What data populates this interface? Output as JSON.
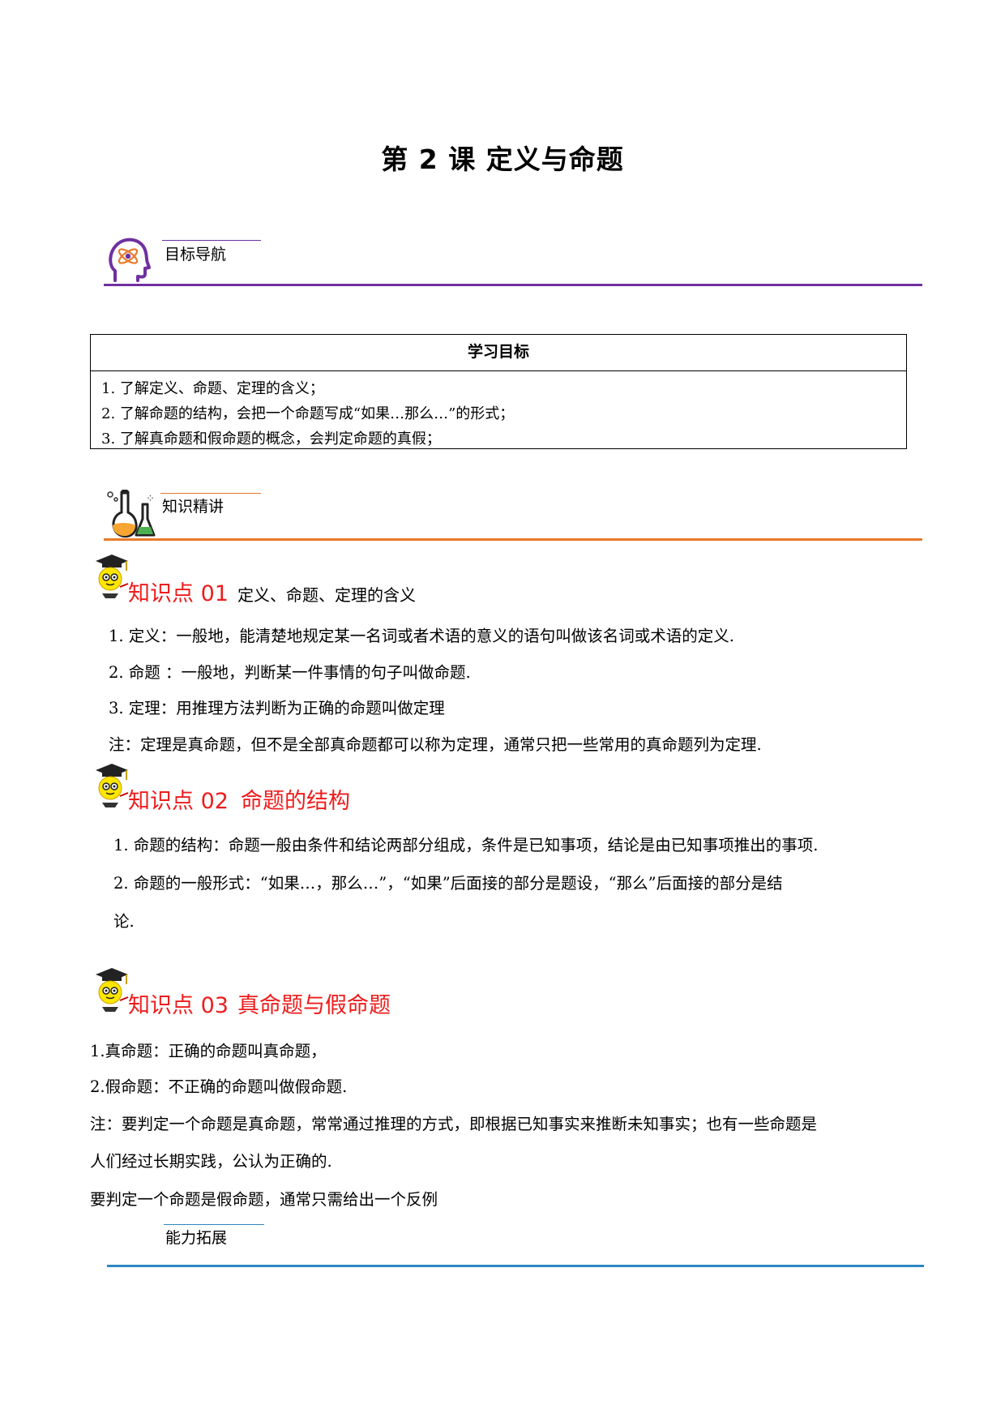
{
  "title": "第 2 课    定义与命题",
  "sections": {
    "goal_nav": {
      "label": "目标导航",
      "color": "#7030a0"
    },
    "knowledge": {
      "label": "知识精讲",
      "color": "#e97a2a"
    },
    "ability": {
      "label": "能力拓展",
      "color": "#2e86c1"
    }
  },
  "goals_table": {
    "header": "学习目标",
    "items": [
      "1. 了解定义、命题、定理的含义；",
      "2. 了解命题的结构，会把一个命题写成“如果…那么…”的形式；",
      "3. 了解真命题和假命题的概念，会判定命题的真假；"
    ]
  },
  "kp01": {
    "title": "知识点 01",
    "subtitle": "定义、命题、定理的含义",
    "paras": [
      "1. 定义：一般地，能清楚地规定某一名词或者术语的意义的语句叫做该名词或术语的定义.",
      "2. 命题  ：一般地，判断某一件事情的句子叫做命题.",
      "3. 定理：用推理方法判断为正确的命题叫做定理",
      "注：定理是真命题，但不是全部真命题都可以称为定理，通常只把一些常用的真命题列为定理."
    ]
  },
  "kp02": {
    "title": "知识点 02",
    "subtitle": "命题的结构",
    "paras": [
      "1. 命题的结构：命题一般由条件和结论两部分组成，条件是已知事项，结论是由已知事项推出的事项.",
      "2. 命题的一般形式：“如果…，那么…”，“如果”后面接的部分是题设，“那么”后面接的部分是结",
      "论."
    ]
  },
  "kp03": {
    "title": "知识点 03",
    "subtitle": "真命题与假命题",
    "paras": [
      "1.真命题：正确的命题叫真命题，",
      "2.假命题：不正确的命题叫做假命题.",
      "注：要判定一个命题是真命题，常常通过推理的方式，即根据已知事实来推断未知事实；也有一些命题是",
      "人们经过长期实践，公认为正确的.",
      "要判定一个命题是假命题，通常只需给出一个反例"
    ]
  }
}
